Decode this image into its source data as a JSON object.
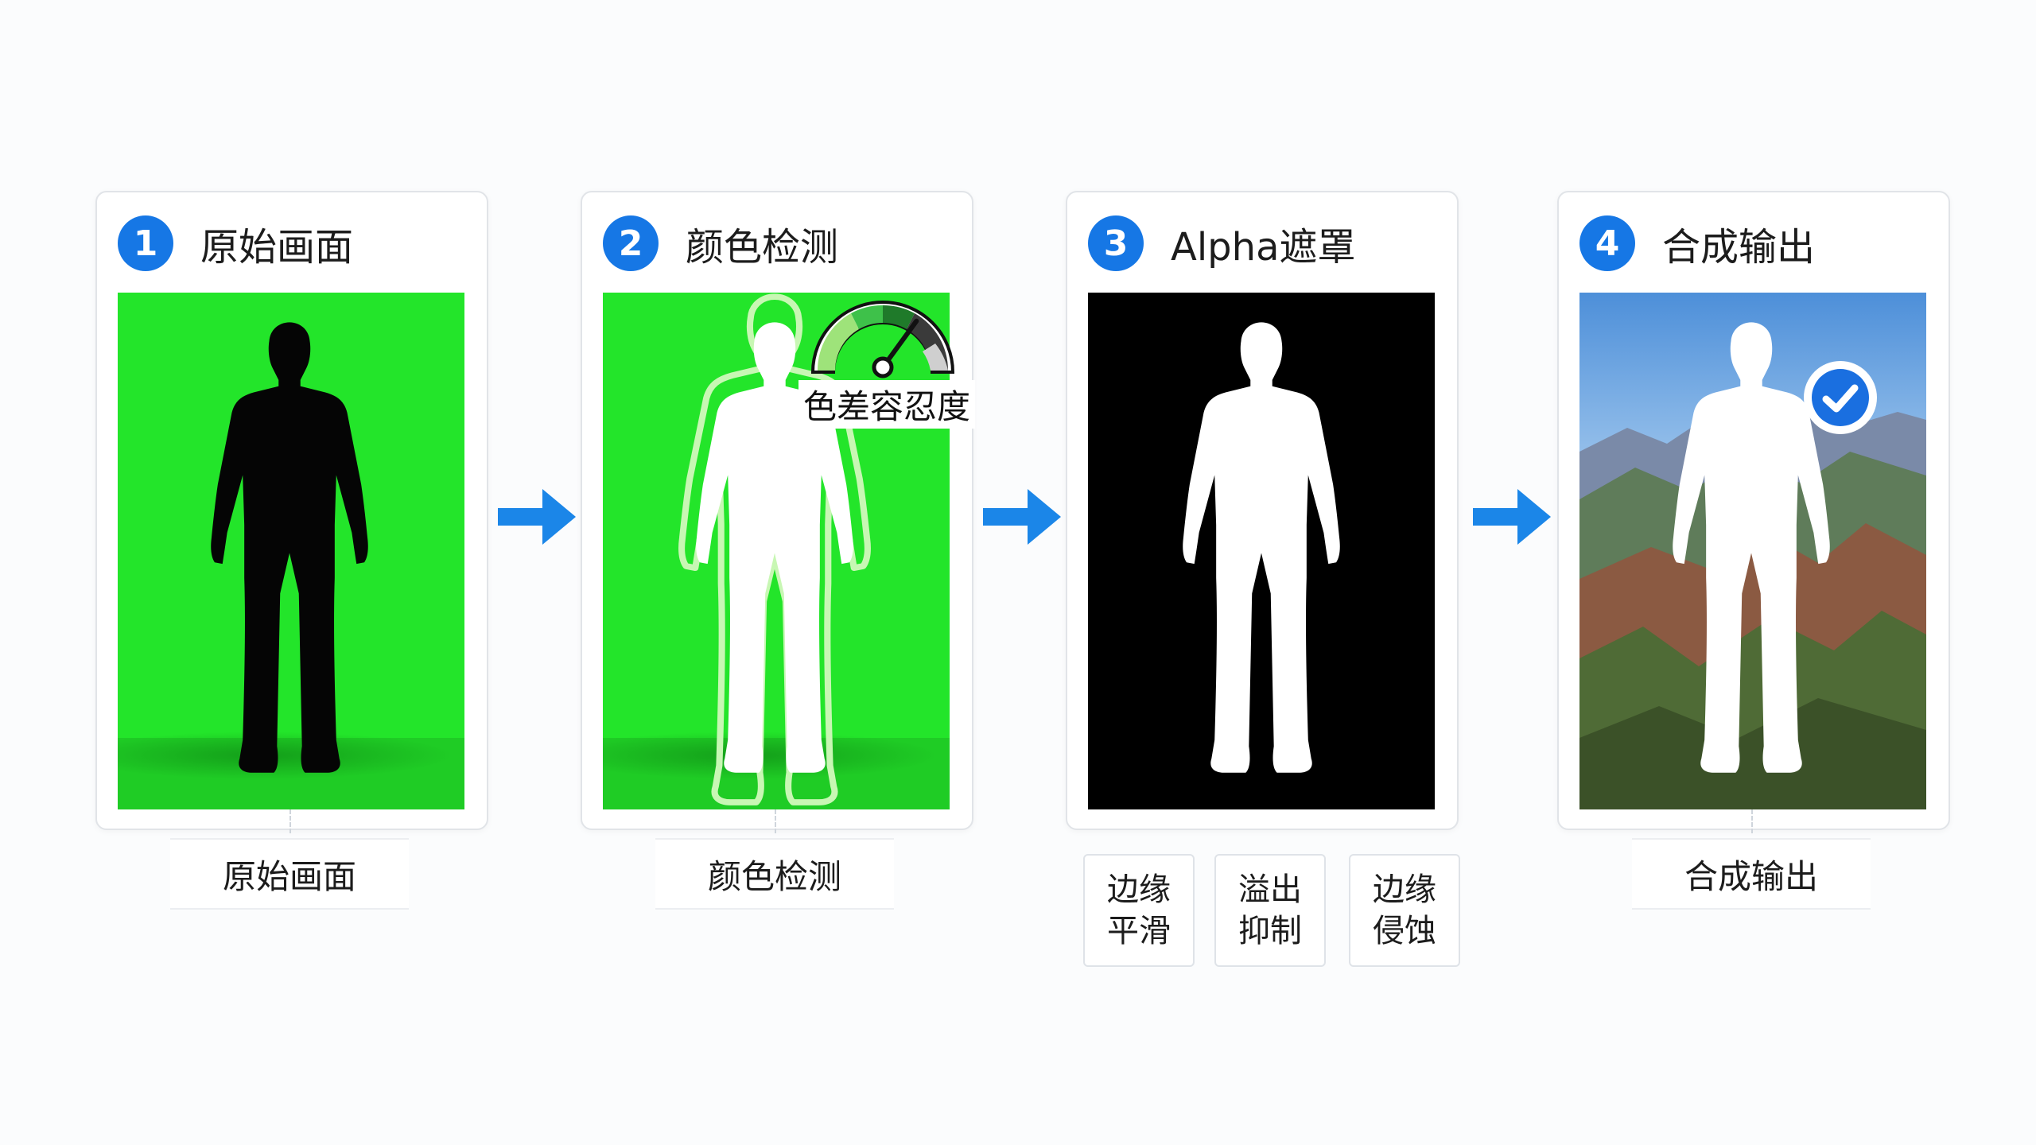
{
  "steps": [
    {
      "number": "1",
      "title": "原始画面",
      "caption": "原始画面"
    },
    {
      "number": "2",
      "title": "颜色检测",
      "caption": "颜色检测",
      "gauge_label": "色差容忍度"
    },
    {
      "number": "3",
      "title": "Alpha遮罩",
      "tools": [
        {
          "label": "边缘平滑"
        },
        {
          "label": "溢出抑制"
        },
        {
          "label": "边缘侵蚀"
        }
      ]
    },
    {
      "number": "4",
      "title": "合成输出",
      "caption": "合成输出"
    }
  ],
  "gauge_level": 0.7,
  "colors": {
    "accent": "#1677e5",
    "chroma_green": "#23e52a",
    "matte_black": "#000000",
    "arrow": "#1b86e8"
  },
  "icons": [
    "arrow-right-icon",
    "gauge-icon",
    "checkmark-icon",
    "person-silhouette-icon"
  ]
}
